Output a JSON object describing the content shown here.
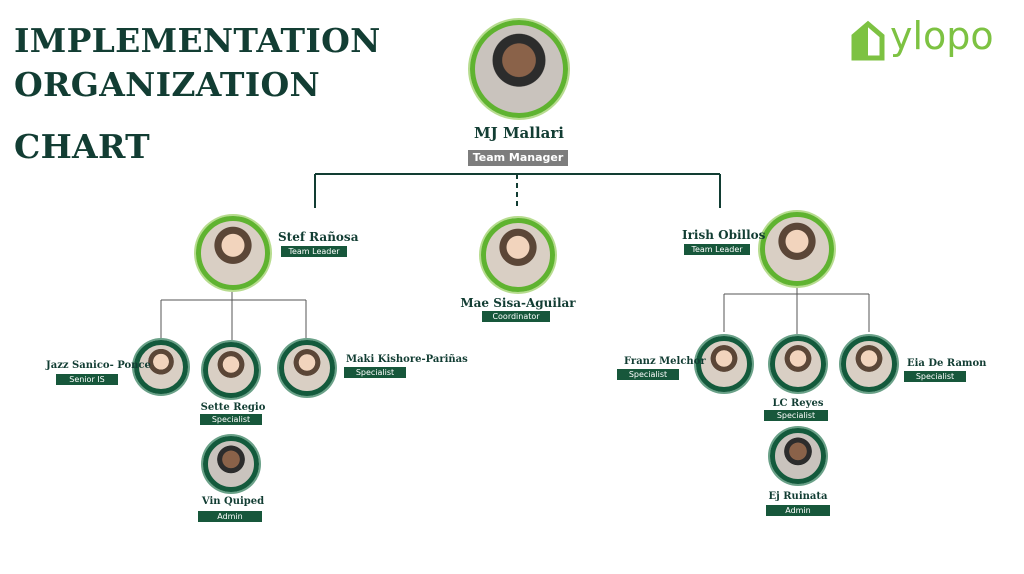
{
  "title": {
    "line1": "IMPLEMENTATION",
    "line2": "ORGANIZATION",
    "line3": "CHART"
  },
  "logo": {
    "text": "ylopo",
    "icon": "house-icon",
    "color": "#7dc242"
  },
  "colors": {
    "title": "#123d33",
    "accent_green": "#5fb330",
    "dark_green": "#17573b",
    "badge_gray": "#7d7d7d"
  },
  "members": {
    "manager": {
      "name": "MJ Mallari",
      "role": "Team Manager"
    },
    "leader_left": {
      "name": "Stef Rañosa",
      "role": "Team Leader"
    },
    "coordinator": {
      "name": "Mae Sisa-Aguilar",
      "role": "Coordinator"
    },
    "leader_right": {
      "name": "Irish Obillos",
      "role": "Team Leader"
    },
    "jazz": {
      "name": "Jazz Sanico- Ponce",
      "role": "Senior IS"
    },
    "sette": {
      "name": "Sette Regio",
      "role": "Specialist"
    },
    "maki": {
      "name": "Maki Kishore-Pariñas",
      "role": "Specialist"
    },
    "vin": {
      "name": "Vin Quiped",
      "role": "Admin"
    },
    "franz": {
      "name": "Franz Melchor",
      "role": "Specialist"
    },
    "lc": {
      "name": "LC Reyes",
      "role": "Specialist"
    },
    "eia": {
      "name": "Eia De Ramon",
      "role": "Specialist"
    },
    "ej": {
      "name": "Ej Ruinata",
      "role": "Admin"
    }
  }
}
